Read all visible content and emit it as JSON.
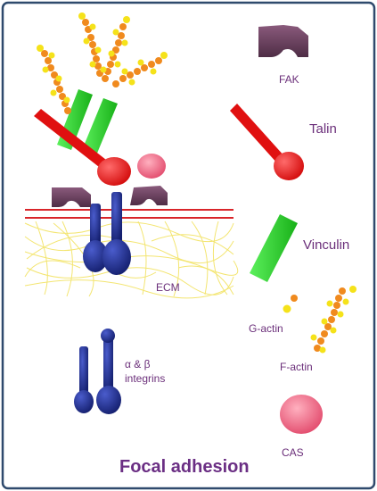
{
  "labels": {
    "fak": "FAK",
    "talin": "Talin",
    "vinculin": "Vinculin",
    "ecm": "ECM",
    "g_actin": "G-actin",
    "f_actin": "F-actin",
    "cas": "CAS",
    "integrins_line1": "α & β",
    "integrins_line2": "integrins",
    "title": "Focal adhesion"
  },
  "colors": {
    "border": "#2f4a6d",
    "label_text": "#6b2f7a",
    "talin": "#ee1c1c",
    "vinculin": "#2bd42b",
    "fak": "#6e4560",
    "cas": "#f0607e",
    "integrin": "#1b2a8c",
    "membrane": "#d9252a",
    "ecm_fibers": "#f3e46a",
    "actin_orange": "#f08a1e",
    "actin_yellow": "#f5e21a"
  }
}
